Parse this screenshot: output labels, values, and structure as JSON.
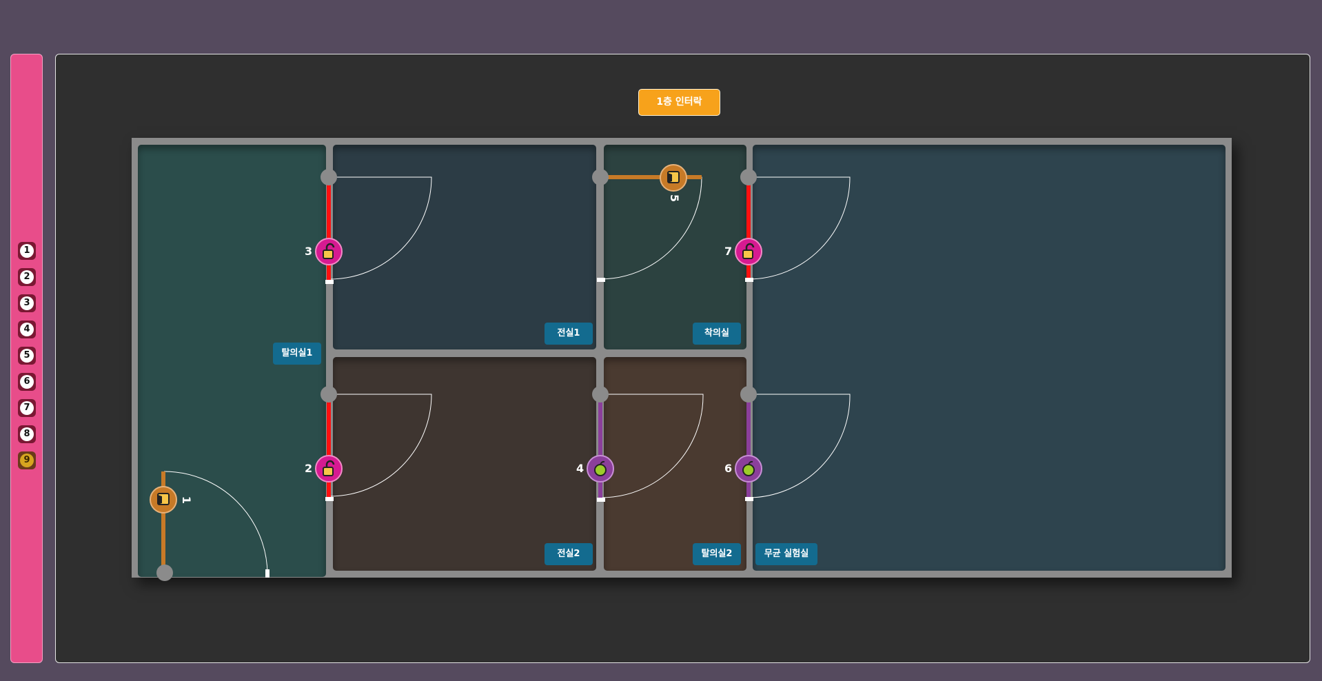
{
  "floors": [
    "1",
    "2",
    "3",
    "4",
    "5",
    "6",
    "7",
    "8",
    "9"
  ],
  "active_floor": "9",
  "title_button": "1층 인터락",
  "rooms": {
    "r1": "탈의실1",
    "r2": "전실1",
    "r3": "착의실",
    "r4": "전실2",
    "r5": "탈의실2",
    "r6": "무균 실험실"
  },
  "doors": [
    {
      "id": "1",
      "state": "open",
      "icon": "door-open-icon",
      "color": "#c77a27"
    },
    {
      "id": "2",
      "state": "locked",
      "icon": "lock-icon",
      "color": "#d61a91"
    },
    {
      "id": "3",
      "state": "locked",
      "icon": "lock-icon",
      "color": "#d61a91"
    },
    {
      "id": "4",
      "state": "ready",
      "icon": "apple-icon",
      "color": "#8b3f9b"
    },
    {
      "id": "5",
      "state": "open",
      "icon": "door-open-icon",
      "color": "#c77a27"
    },
    {
      "id": "6",
      "state": "ready",
      "icon": "apple-icon",
      "color": "#8b3f9b"
    },
    {
      "id": "7",
      "state": "locked",
      "icon": "lock-icon",
      "color": "#d61a91"
    }
  ],
  "colors": {
    "sidebar": "#e84d8a",
    "panel": "#2f2f2f",
    "title": "#f7a21b",
    "room_label": "#136b8f",
    "locked_line": "#ff1010",
    "ready_line": "#8b3f9b",
    "open_line": "#c77a27"
  }
}
